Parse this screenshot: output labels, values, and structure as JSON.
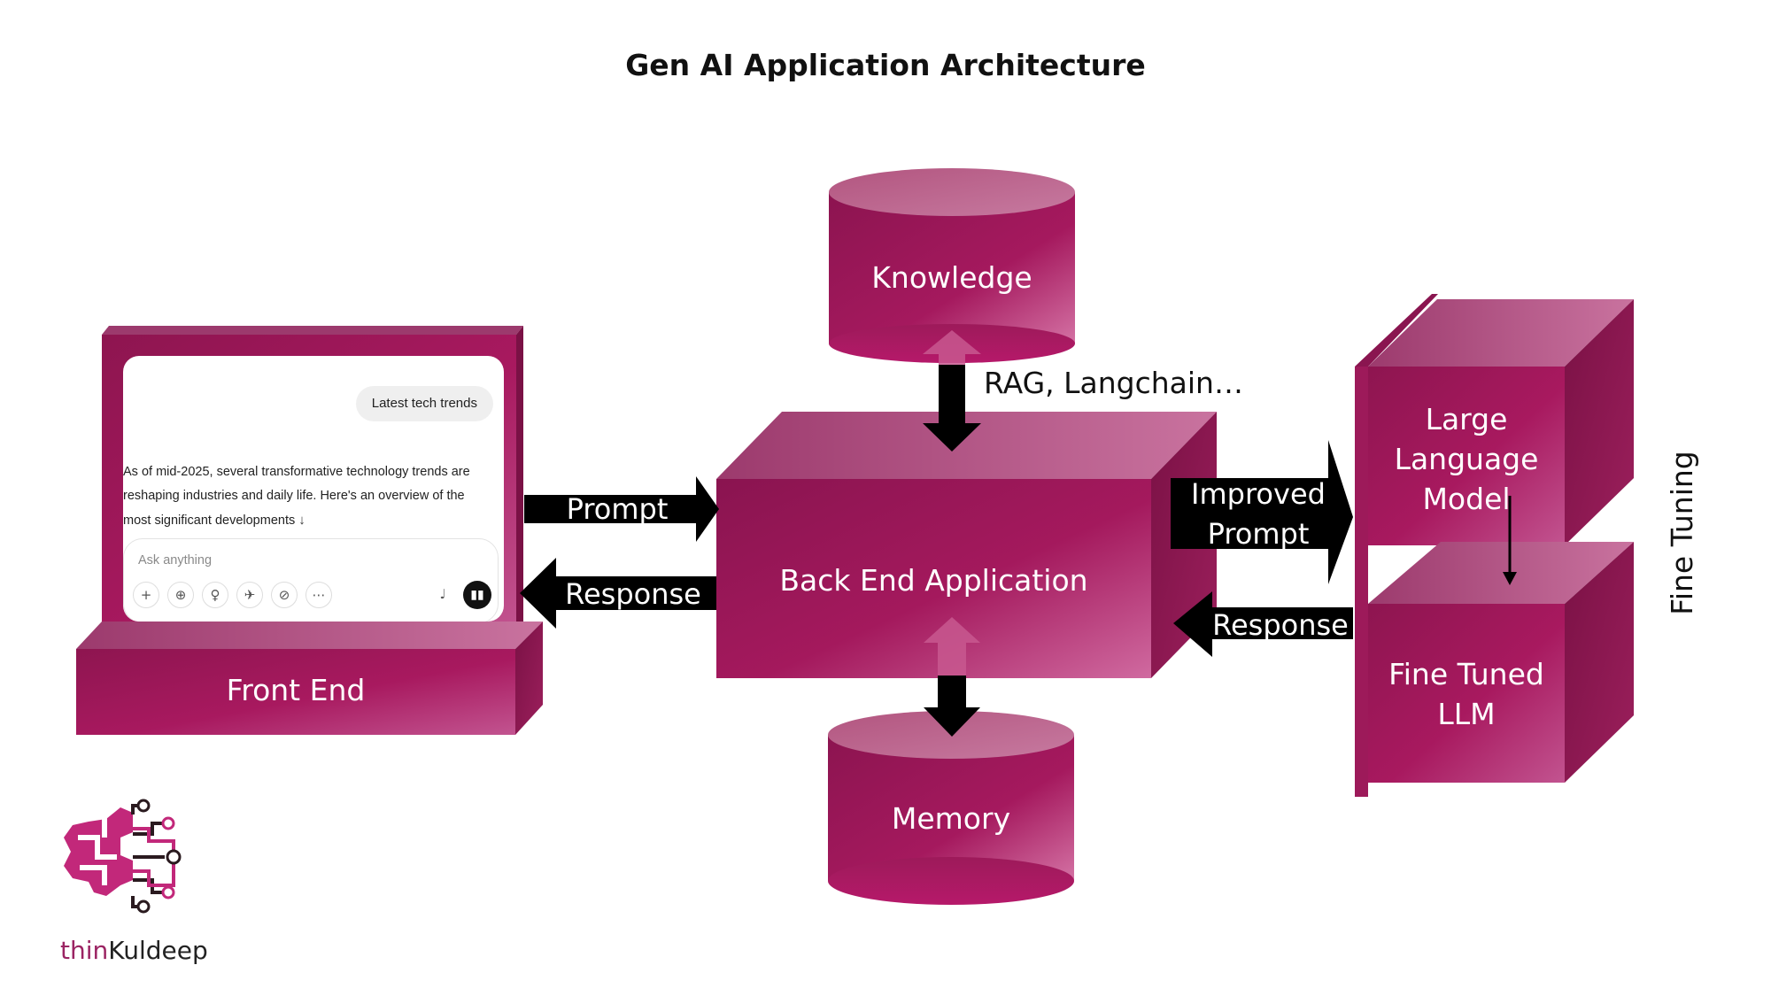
{
  "title": "Gen AI Application Architecture",
  "colors": {
    "box_main": "#a6195e",
    "box_dark": "#7d1446",
    "box_light": "#c8588f",
    "arrow": "#000000",
    "background": "#ffffff"
  },
  "nodes": {
    "front_end": "Front End",
    "knowledge": "Knowledge",
    "back_end": "Back End Application",
    "memory": "Memory",
    "llm": [
      "Large",
      "Language",
      "Model"
    ],
    "fine_tuned": [
      "Fine Tuned",
      "LLM"
    ]
  },
  "edges": {
    "prompt": "Prompt",
    "response_left": "Response",
    "improved_prompt": [
      "Improved",
      "Prompt"
    ],
    "response_right": "Response",
    "rag": "RAG, Langchain…",
    "fine_tuning": "Fine Tuning"
  },
  "chat": {
    "user_message": "Latest tech trends",
    "assistant_text": [
      "As of mid-2025, several transformative technology trends are",
      "reshaping industries and daily life. Here's an overview of the",
      "most significant developments"
    ],
    "input_placeholder": "Ask anything",
    "tool_icons": [
      "plus-icon",
      "globe-icon",
      "lightbulb-icon",
      "telescope-icon",
      "image-edit-icon",
      "more-icon",
      "microphone-icon",
      "voice-mode-icon"
    ]
  },
  "logo": {
    "text_main": "thin",
    "text_k": "K",
    "text_rest": "uldeep"
  }
}
